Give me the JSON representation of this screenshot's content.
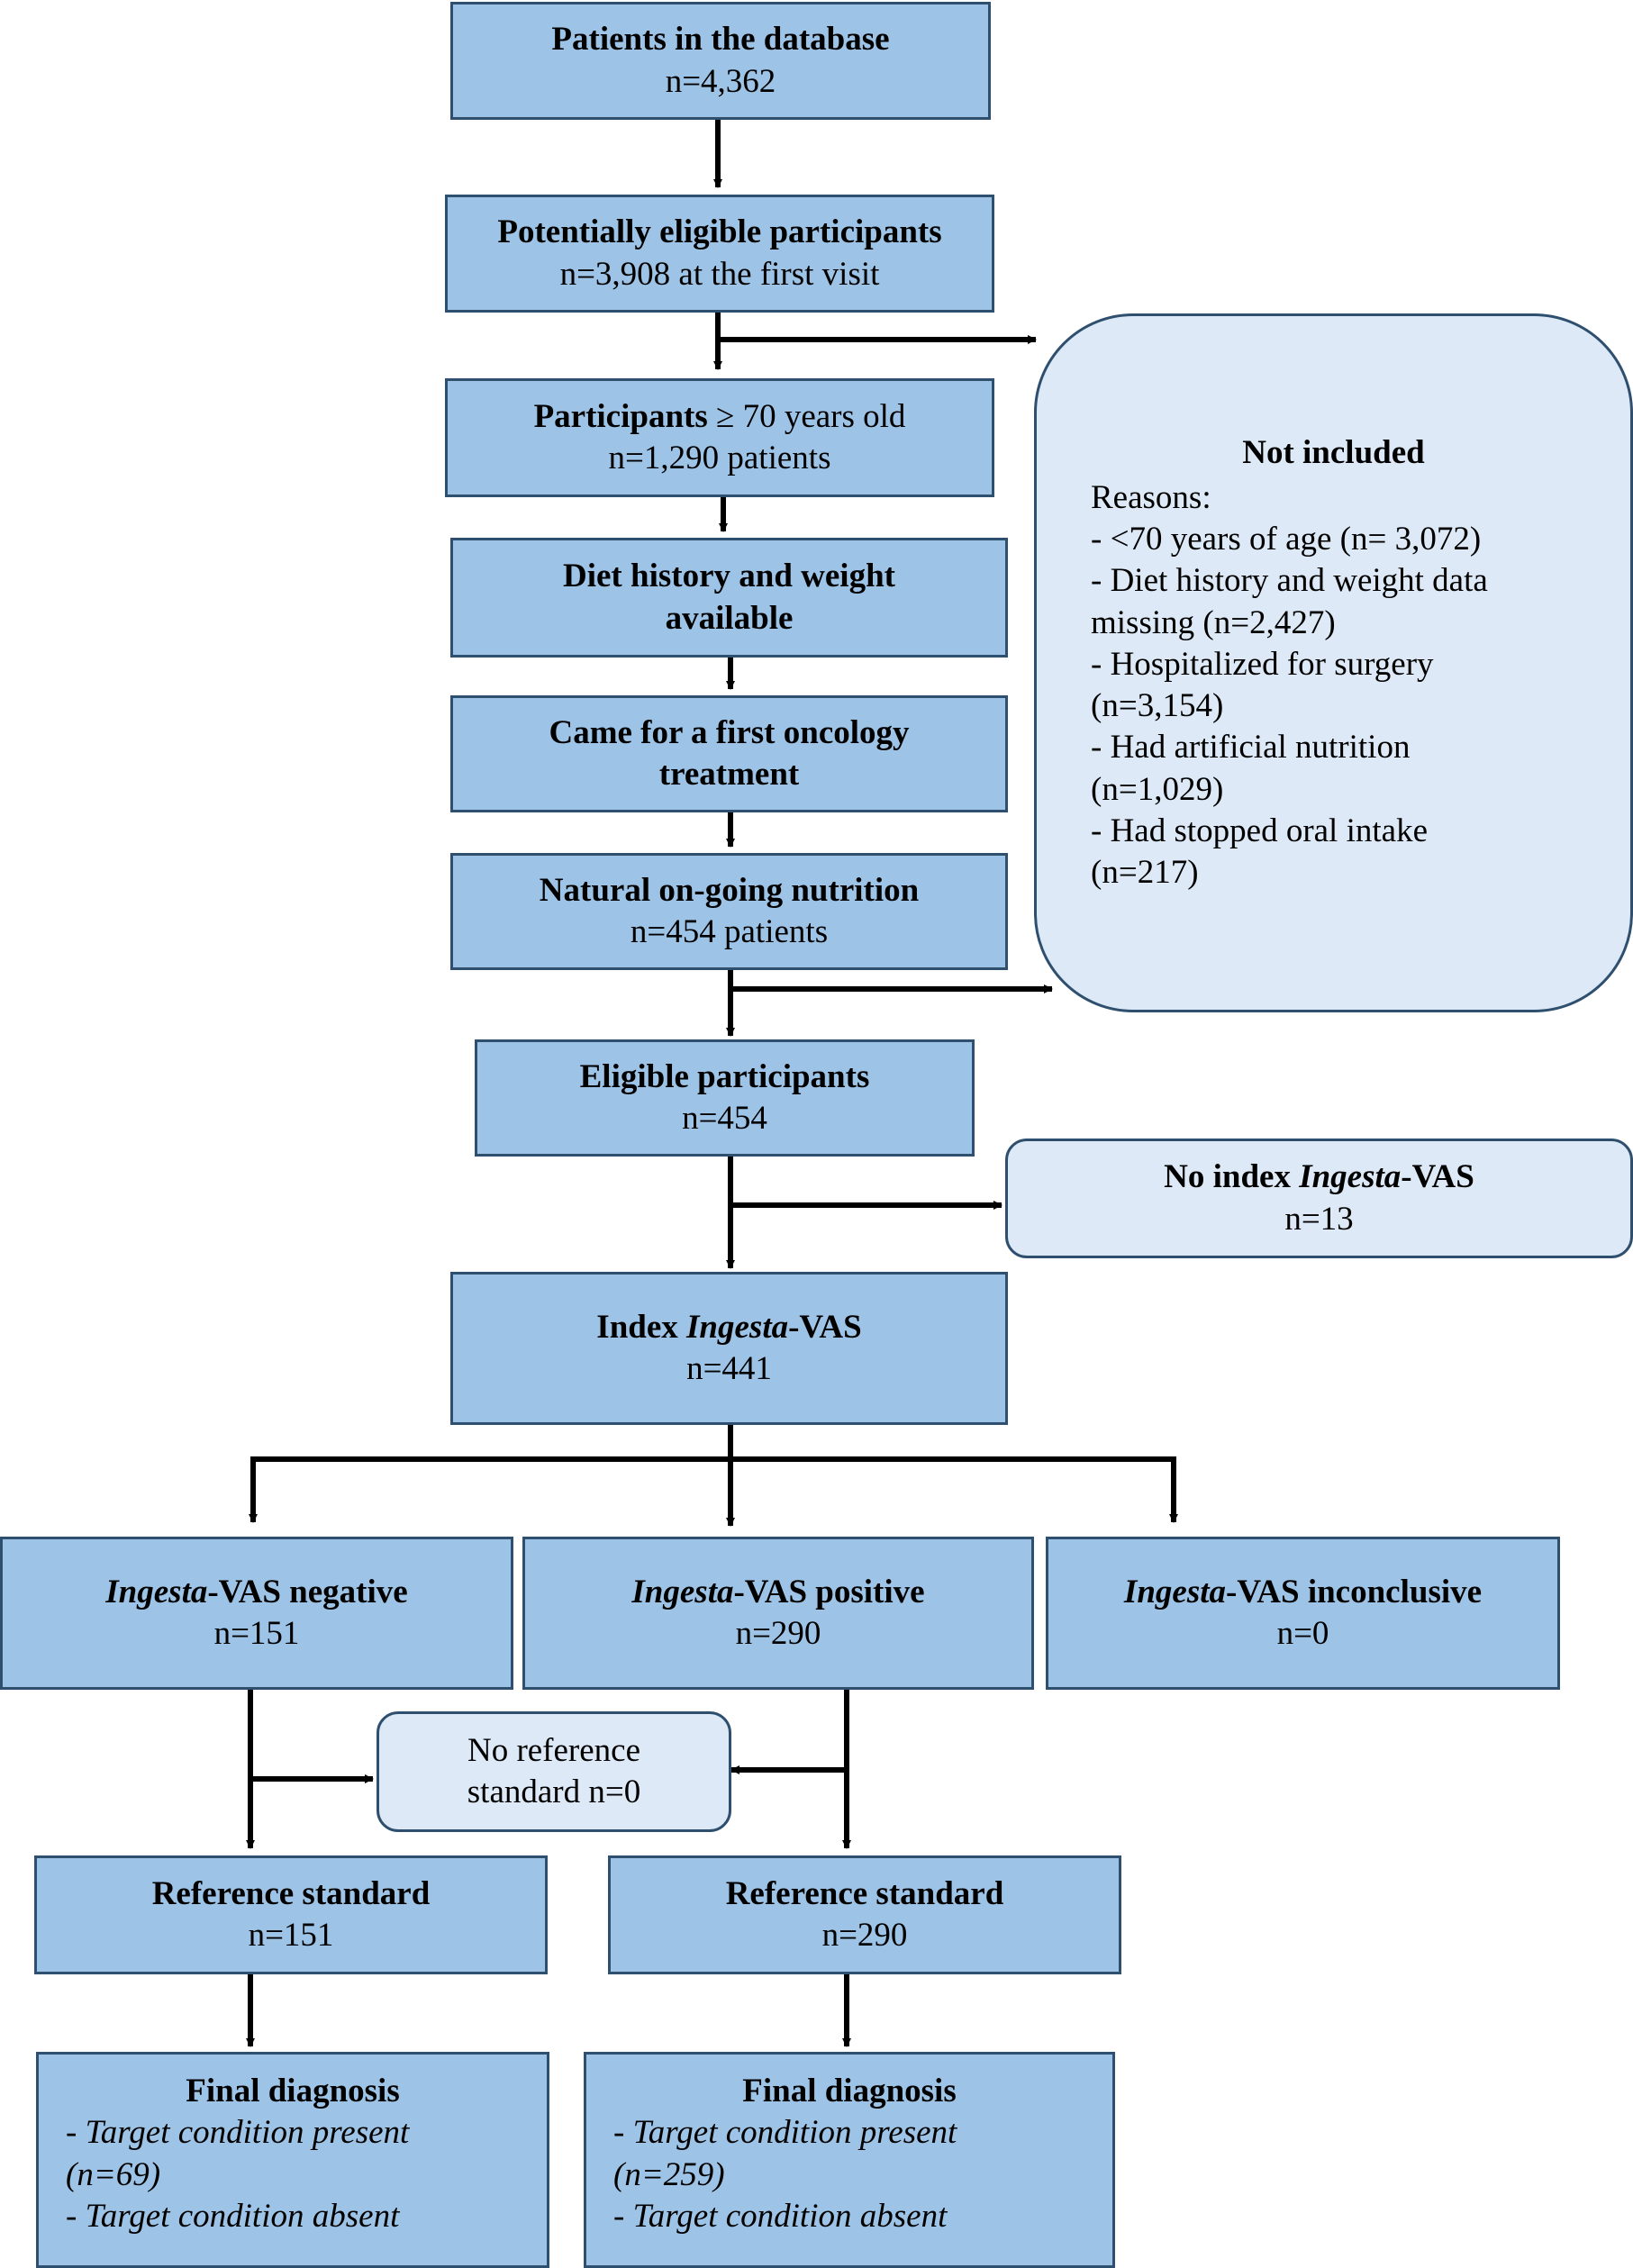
{
  "boxes": {
    "database": {
      "title": "Patients in the database",
      "sub": "n=4,362"
    },
    "potential": {
      "title": "Potentially eligible participants",
      "sub": "n=3,908 at the first visit"
    },
    "age": {
      "title_bold": "Participants",
      "title_rest": " ≥ 70 years old",
      "sub": "n=1,290 patients"
    },
    "diet": {
      "title": "Diet history and weight available"
    },
    "oncology": {
      "title": "Came for a first oncology treatment"
    },
    "nutrition": {
      "title": "Natural on-going nutrition",
      "sub": "n=454 patients"
    },
    "eligible": {
      "title": "Eligible participants",
      "sub": "n=454"
    },
    "no_index": {
      "title_pre": "No index ",
      "title_it": "Ingesta",
      "title_post": "-VAS",
      "sub": "n=13"
    },
    "index": {
      "title_pre": "Index ",
      "title_it": "Ingesta",
      "title_post": "-VAS",
      "sub": "n=441"
    },
    "negative": {
      "title_it": "Ingesta",
      "title_post": "-VAS negative",
      "sub": "n=151"
    },
    "positive": {
      "title_it": "Ingesta",
      "title_post": "-VAS positive",
      "sub": "n=290"
    },
    "inconclusive": {
      "title_it": "Ingesta",
      "title_post": "-VAS inconclusive",
      "sub": "n=0"
    },
    "no_reference": {
      "line1": "No reference",
      "line2": "standard n=0"
    },
    "ref_left": {
      "title": "Reference standard",
      "sub": "n=151"
    },
    "ref_right": {
      "title": "Reference standard",
      "sub": "n=290"
    },
    "final_left": {
      "title": "Final diagnosis",
      "line1": "- Target condition present",
      "line2": "(n=69)",
      "line3": "- Target condition absent"
    },
    "final_right": {
      "title": "Final diagnosis",
      "line1": "- Target condition present",
      "line2": "(n=259)",
      "line3": "- Target condition absent"
    }
  },
  "not_included": {
    "title": "Not included",
    "lines": [
      "Reasons:",
      "- <70 years of age (n= 3,072)",
      "- Diet history and weight data",
      "missing (n=2,427)",
      "- Hospitalized for surgery",
      "(n=3,154)",
      "- Had artificial nutrition",
      "(n=1,029)",
      "- Had stopped oral intake",
      "(n=217)"
    ]
  },
  "colors": {
    "box_fill": "#9dc3e6",
    "light_fill": "#dde9f6",
    "border": "#2f4f6f",
    "arrow": "#000000"
  }
}
